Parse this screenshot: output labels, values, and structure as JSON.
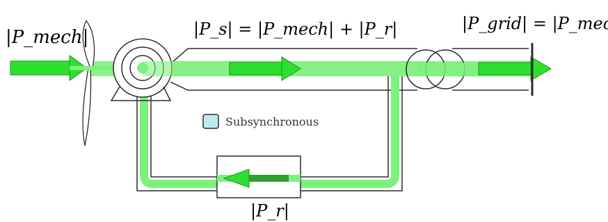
{
  "labels": {
    "p_mech_input": "|P_mech|",
    "p_s_equation": "|P_s| = |P_mech| + |P_r|",
    "p_grid_equation": "|P_grid| = |P_mech|",
    "p_r_rotor": "|P_r|",
    "legend_subsynchronous": "Subsynchronous"
  },
  "colors": {
    "flow_green": "#2ee02e",
    "flow_green_light": "#8ef08e",
    "legend_box": "#bfeaf2",
    "line": "#2b2b2b"
  }
}
